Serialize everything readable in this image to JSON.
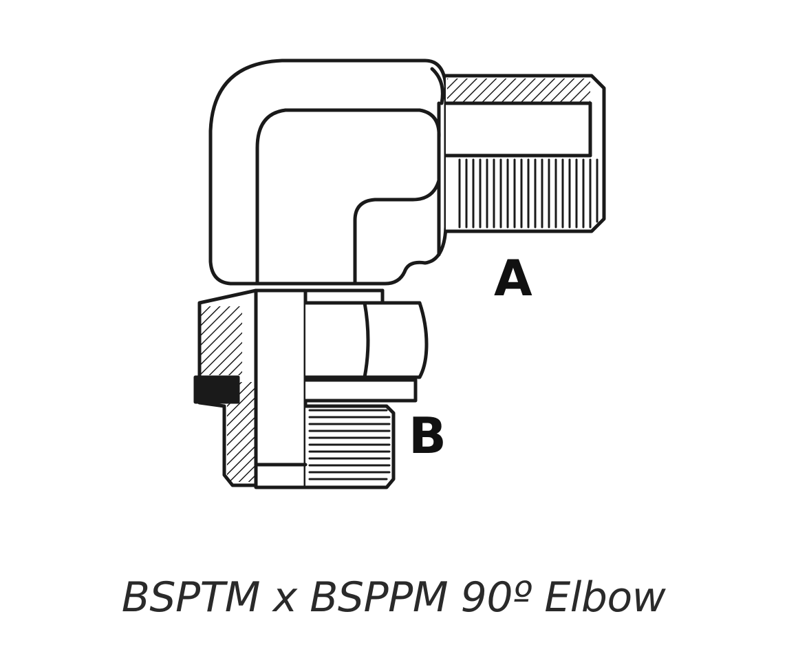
{
  "diagram": {
    "label_a": "A",
    "label_b": "B",
    "caption": "BSPTM x BSPPM 90º Elbow"
  },
  "colors": {
    "stroke": "#1a1a1a",
    "background": "#ffffff",
    "caption_text": "#2a2a2a"
  }
}
